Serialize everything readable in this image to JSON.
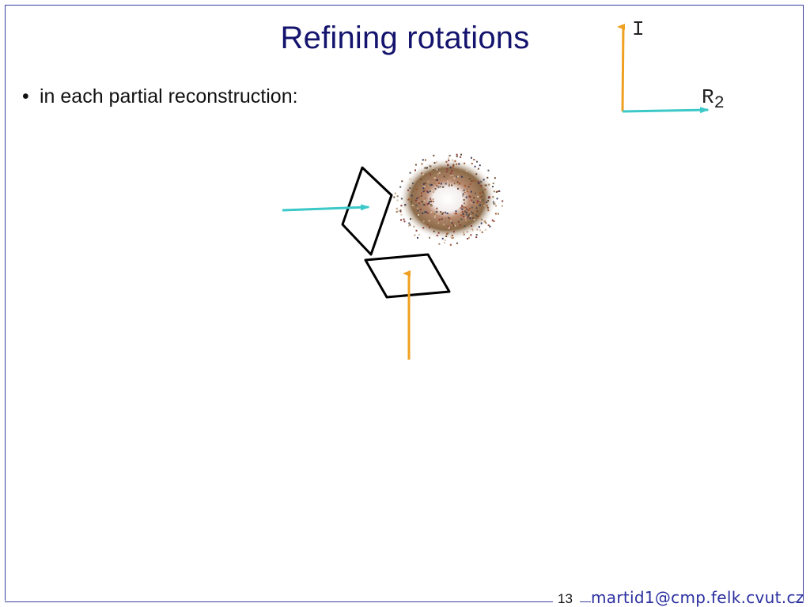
{
  "slide": {
    "title": "Refining rotations",
    "bullet": "in each partial reconstruction:",
    "page_number": "13",
    "author_email": "martid1@cmp.felk.cvut.cz"
  },
  "axes": {
    "vertical_label": "I",
    "horizontal_label": "R",
    "horizontal_subscript": "2",
    "vertical_color": "#f0a020",
    "horizontal_color": "#3cc8c8"
  },
  "colors": {
    "title": "#14146e",
    "frame": "#3a3f9a",
    "camera_outline": "#000000"
  }
}
